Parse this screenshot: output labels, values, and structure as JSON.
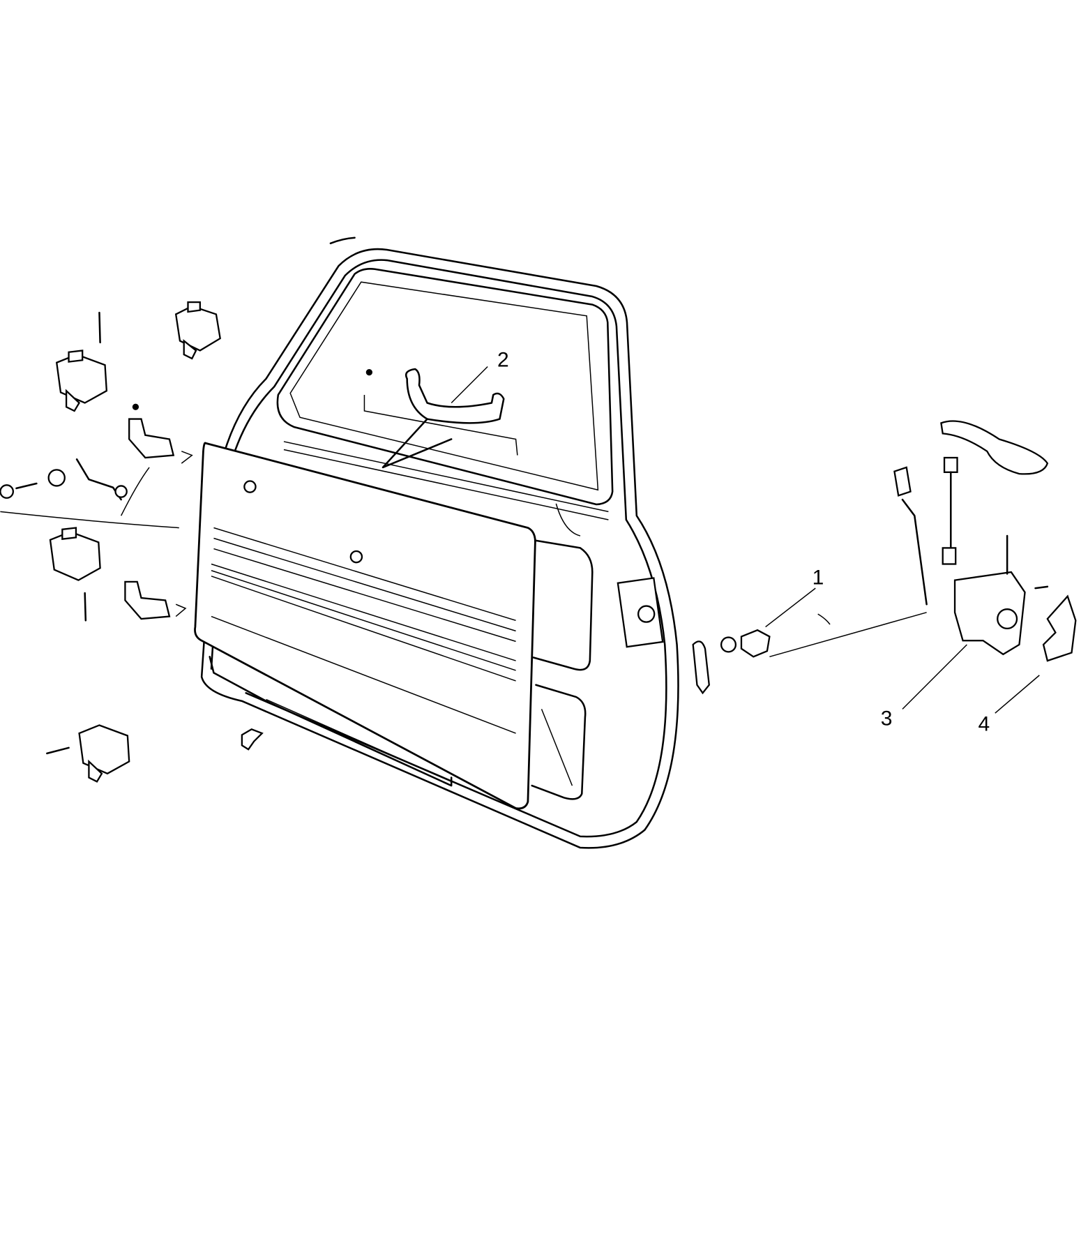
{
  "diagram": {
    "type": "exploded-parts-view",
    "subject": "door",
    "callouts": [
      {
        "id": "1",
        "label": "1"
      },
      {
        "id": "2",
        "label": "2"
      },
      {
        "id": "3",
        "label": "3"
      },
      {
        "id": "4",
        "label": "4"
      }
    ],
    "colors": {
      "ink": "#000000",
      "background": "#ffffff"
    }
  }
}
